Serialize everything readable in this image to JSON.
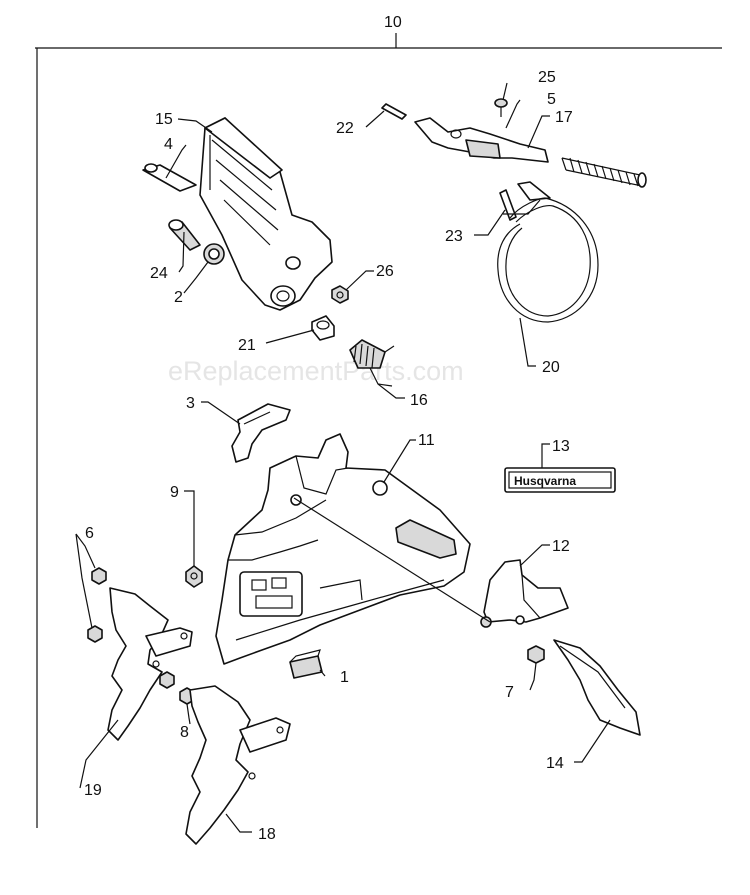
{
  "watermark": "eReplacementParts.com",
  "decal_text": "Husqvarna",
  "labels": {
    "p10": "10",
    "p25": "25",
    "p5": "5",
    "p17": "17",
    "p22": "22",
    "p15": "15",
    "p4": "4",
    "p23": "23",
    "p24": "24",
    "p2": "2",
    "p26": "26",
    "p21": "21",
    "p20": "20",
    "p16": "16",
    "p3": "3",
    "p11": "11",
    "p13": "13",
    "p9": "9",
    "p12": "12",
    "p6": "6",
    "p1": "1",
    "p7": "7",
    "p8": "8",
    "p19": "19",
    "p14": "14",
    "p18": "18"
  }
}
